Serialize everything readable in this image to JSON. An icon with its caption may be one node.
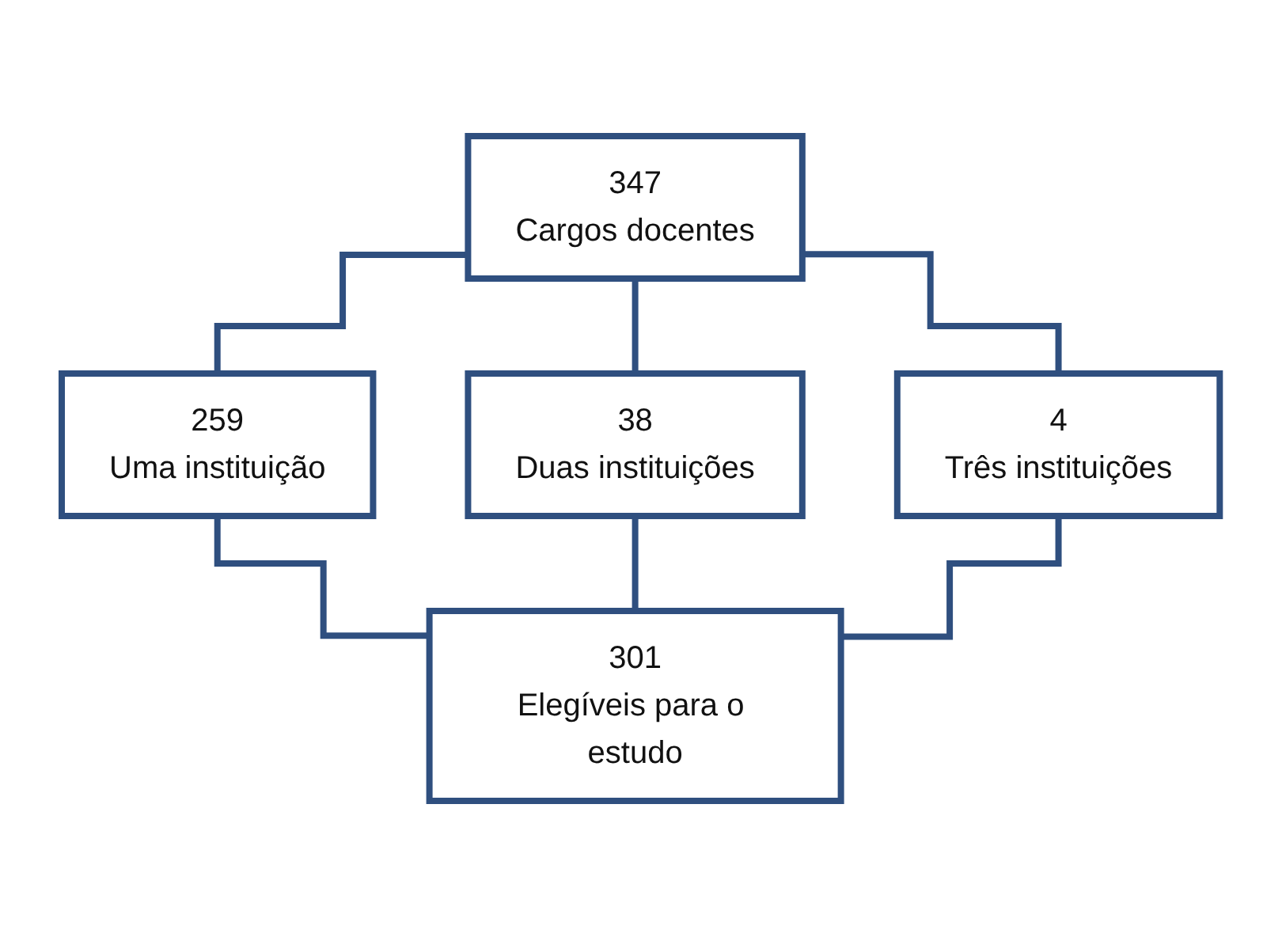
{
  "diagram": {
    "nodes": [
      {
        "text": [
          "347",
          "Cargos docentes"
        ]
      },
      {
        "text": [
          "259",
          "Uma instituição"
        ]
      },
      {
        "text": [
          "38",
          "Duas instituições"
        ]
      },
      {
        "text": [
          "4",
          "Três instituições"
        ]
      },
      {
        "text": [
          "301",
          "Elegíveis para o estudo"
        ]
      }
    ],
    "edges": [
      {
        "from": 0,
        "to": 1,
        "arrow": "none"
      },
      {
        "from": 0,
        "to": 2,
        "arrow": "none"
      },
      {
        "from": 0,
        "to": 3,
        "arrow": "none"
      },
      {
        "from": 1,
        "to": 4,
        "arrow": "none"
      },
      {
        "from": 2,
        "to": 4,
        "arrow": "none"
      },
      {
        "from": 3,
        "to": 4,
        "arrow": "none"
      }
    ]
  }
}
